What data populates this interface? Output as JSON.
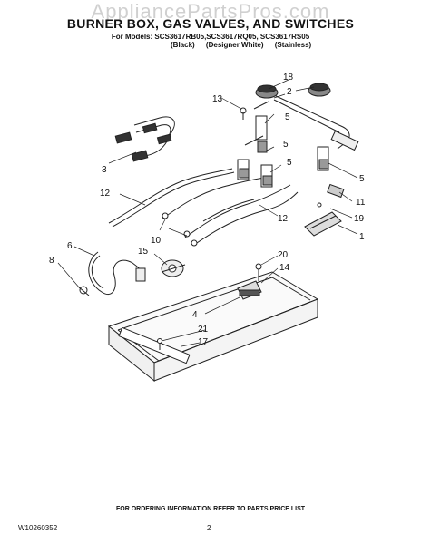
{
  "watermark": "AppliancePartsPros.com",
  "header": {
    "title": "BURNER BOX, GAS VALVES, AND SWITCHES",
    "models": "For Models: SCS3617RB05,SCS3617RQ05, SCS3617RS05",
    "finishes": [
      "(Black)",
      "(Designer White)",
      "(Stainless)"
    ]
  },
  "callouts": {
    "c1": "1",
    "c2": "2",
    "c3": "3",
    "c4": "4",
    "c5a": "5",
    "c5b": "5",
    "c5c": "5",
    "c5d": "5",
    "c6": "6",
    "c8": "8",
    "c10a": "10",
    "c10b": "10",
    "c11": "11",
    "c12a": "12",
    "c12b": "12",
    "c13": "13",
    "c14": "14",
    "c15": "15",
    "c17": "17",
    "c18": "18",
    "c19": "19",
    "c20": "20",
    "c21": "21"
  },
  "footer": {
    "order_info": "FOR ORDERING INFORMATION REFER TO PARTS PRICE LIST",
    "doc_code": "W10260352",
    "page_number": "2"
  }
}
